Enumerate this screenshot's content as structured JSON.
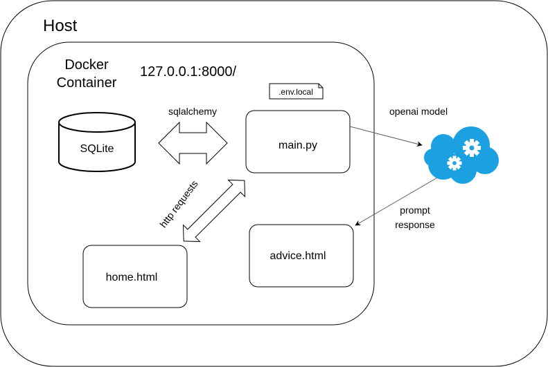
{
  "labels": {
    "host": "Host",
    "container_line1": "Docker",
    "container_line2": "Container",
    "address": "127.0.0.1:8000/",
    "env_file": ".env.local",
    "database": "SQLite",
    "main": "main.py",
    "home": "home.html",
    "advice": "advice.html",
    "sqlalchemy": "sqlalchemy",
    "http": "http requests",
    "openai": "openai model",
    "prompt_line1": "prompt",
    "prompt_line2": "response"
  },
  "colors": {
    "cloud": "#1BA1E2",
    "gear": "#ffffff",
    "stroke": "#000000",
    "arrow": "#555555"
  },
  "icons": {
    "cloud": "cloud-gears-icon"
  }
}
